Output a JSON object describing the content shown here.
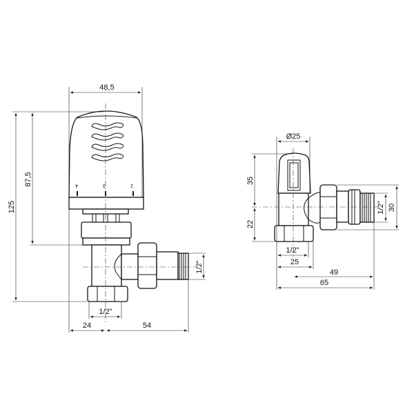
{
  "left_view": {
    "dimensions": {
      "cap_width": "48,5",
      "total_height": "125",
      "head_height": "87,5",
      "side_thread": "1/2\"",
      "bottom_thread": "1/2\"",
      "offset_left": "24",
      "offset_right": "54"
    },
    "scale_marks": [
      "4",
      "3",
      "2"
    ]
  },
  "right_view": {
    "dimensions": {
      "cap_diameter": "Ø25",
      "upper_height": "35",
      "lower_height": "22",
      "side_thread": "1/2\"",
      "nut_height": "30",
      "bottom_thread": "1/2\"",
      "nut_width": "25",
      "center_to_end": "49",
      "total_length": "65"
    }
  }
}
